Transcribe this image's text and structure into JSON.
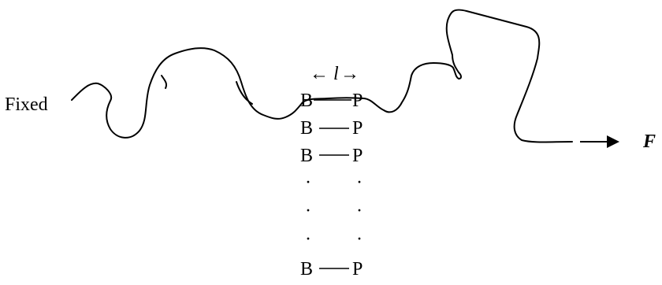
{
  "labels": {
    "fixed": "Fixed",
    "force": "F",
    "bond_length_left": "←",
    "bond_length_symbol": "l",
    "bond_length_right": "→"
  },
  "pairs": [
    {
      "left": "B",
      "right": "P"
    },
    {
      "left": "B",
      "right": "P"
    },
    {
      "left": "B",
      "right": "P"
    },
    {
      "left": "·",
      "right": "·"
    },
    {
      "left": "·",
      "right": "·"
    },
    {
      "left": "·",
      "right": "·"
    },
    {
      "left": "B",
      "right": "P"
    }
  ],
  "colors": {
    "stroke": "#000000",
    "background": "#ffffff"
  }
}
